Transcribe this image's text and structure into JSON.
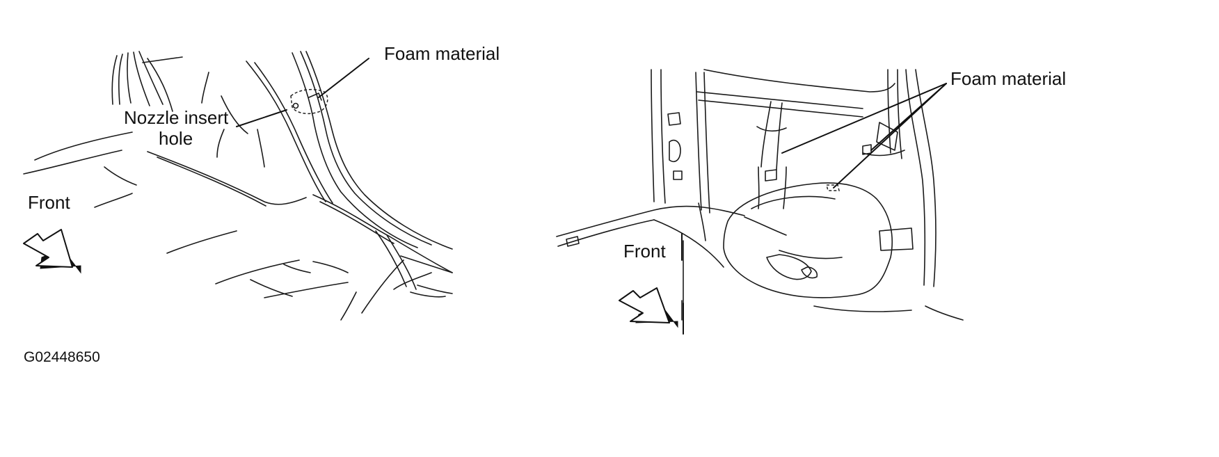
{
  "left_view": {
    "foam_label": "Foam material",
    "nozzle_label_line1": "Nozzle insert",
    "nozzle_label_line2": "hole",
    "front_label": "Front"
  },
  "right_view": {
    "foam_label": "Foam material",
    "front_label": "Front"
  },
  "figure_code": "G02448650",
  "icons": [
    "front-direction-arrow-icon"
  ]
}
